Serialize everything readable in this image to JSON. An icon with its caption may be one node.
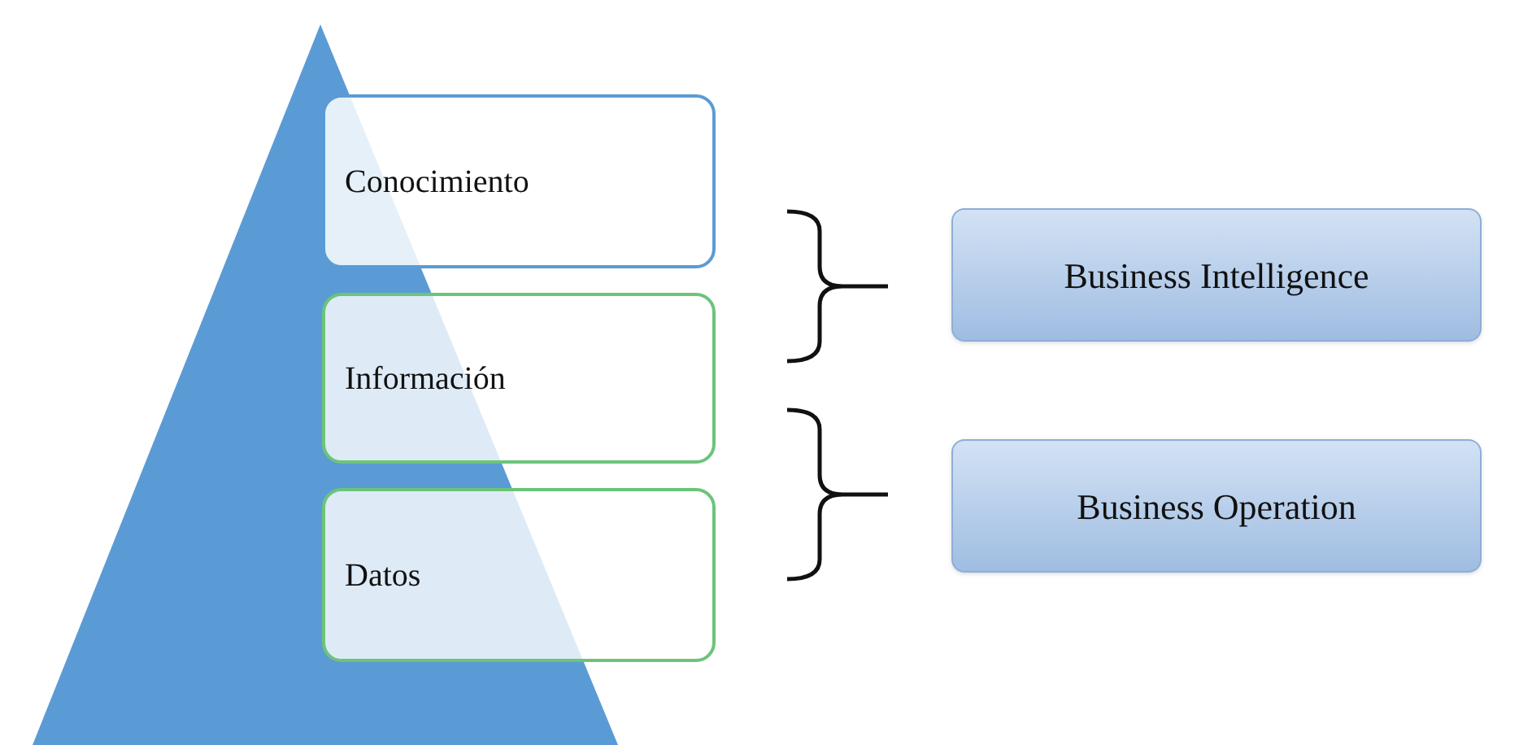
{
  "diagram": {
    "nodes": [
      {
        "text": [
          "Conocimiento"
        ]
      },
      {
        "text": [
          "Información"
        ]
      },
      {
        "text": [
          "Datos"
        ]
      },
      {
        "text": [
          "Business Intelligence"
        ]
      },
      {
        "text": [
          "Business Operation"
        ]
      }
    ],
    "edges": []
  }
}
